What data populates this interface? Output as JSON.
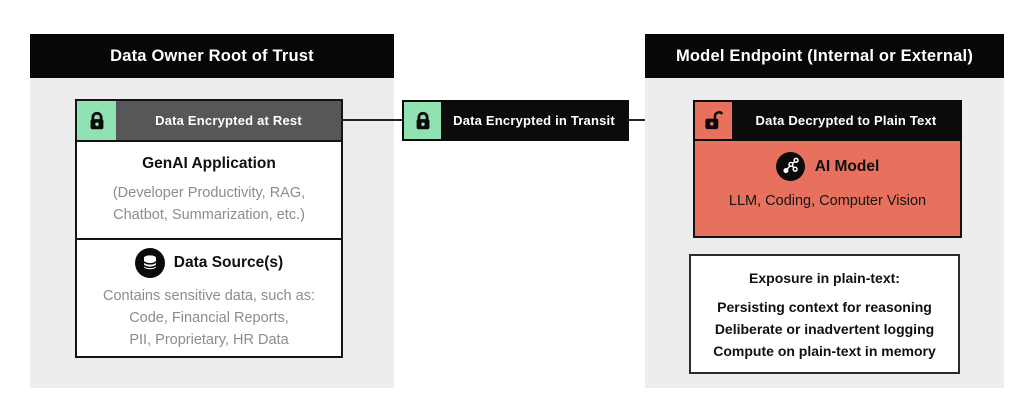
{
  "colors": {
    "panel_bg": "#EDEDED",
    "accent_green": "#90E2B3",
    "accent_red": "#E7715C",
    "bar_gray": "#57575A",
    "bar_black": "#0B0B0B"
  },
  "left_panel": {
    "title": "Data Owner Root of Trust",
    "encrypted_bar": {
      "label": "Data Encrypted at Rest",
      "icon": "lock-closed-icon"
    },
    "genai": {
      "title": "GenAI Application",
      "lines": [
        "(Developer Productivity, RAG,",
        "Chatbot, Summarization, etc.)"
      ]
    },
    "data_source": {
      "title": "Data Source(s)",
      "icon": "database-icon",
      "lines": [
        "Contains sensitive data, such as:",
        "Code, Financial Reports,",
        "PII, Proprietary, HR Data"
      ]
    }
  },
  "transit": {
    "label": "Data Encrypted in Transit",
    "icon": "lock-closed-icon"
  },
  "right_panel": {
    "title": "Model Endpoint (Internal or External)",
    "decrypted_bar": {
      "label": "Data Decrypted to Plain Text",
      "icon": "lock-open-icon"
    },
    "ai_model": {
      "title": "AI Model",
      "icon": "ai-network-icon",
      "line": "LLM, Coding, Computer Vision"
    },
    "exposure": {
      "title": "Exposure in plain-text:",
      "lines": [
        "Persisting context for reasoning",
        "Deliberate or inadvertent logging",
        "Compute on plain-text in memory"
      ]
    }
  }
}
